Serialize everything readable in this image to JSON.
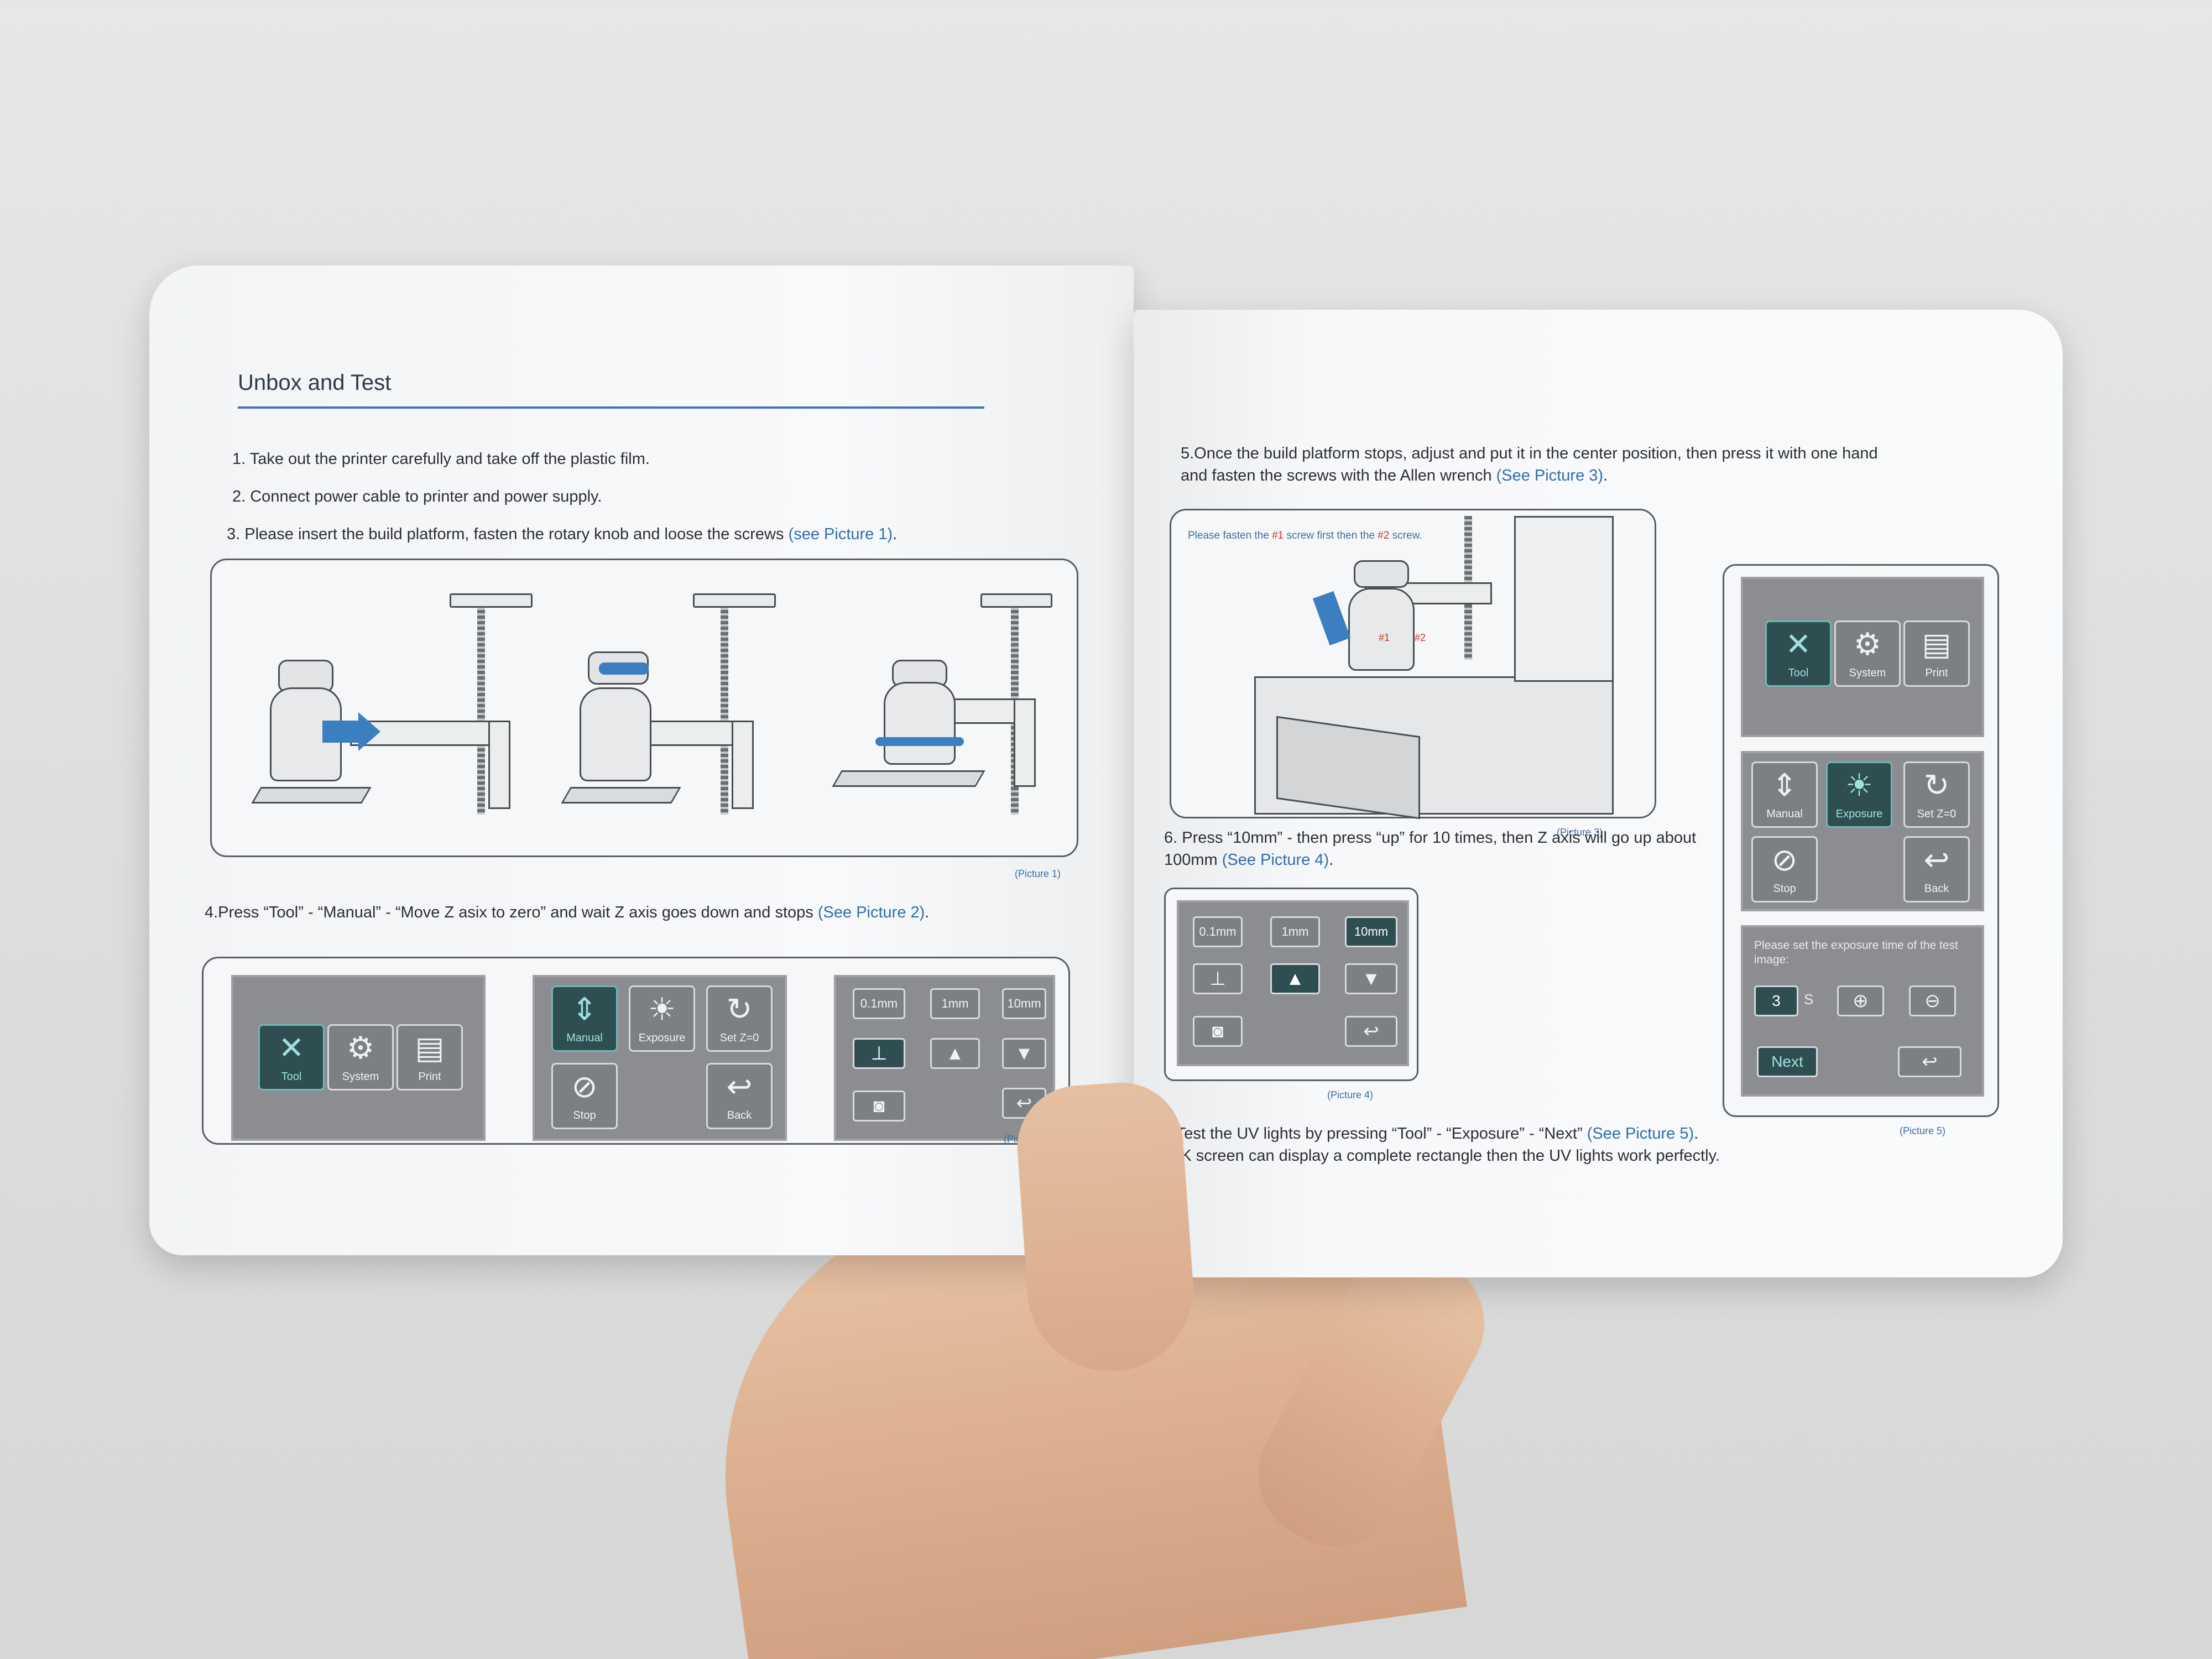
{
  "left_page": {
    "section_title": "Unbox and Test",
    "steps": [
      {
        "text": "1. Take out the printer carefully and take off the plastic film."
      },
      {
        "text": "2. Connect power cable to printer and power supply."
      },
      {
        "text": "3. Please insert the build platform, fasten the rotary knob and loose the screws ",
        "link": "(see Picture 1)",
        "end": "."
      },
      {
        "text": "4.Press “Tool” - “Manual” - “Move Z asix to zero” and wait Z axis goes down and stops ",
        "link": "(See Picture 2)",
        "end": "."
      }
    ],
    "picture1_caption": "(Picture 1)",
    "picture2_caption": "(Picture 2)",
    "screen_main": {
      "tool": "Tool",
      "system": "System",
      "print": "Print"
    },
    "screen_tool": {
      "manual": "Manual",
      "exposure": "Exposure",
      "setz": "Set Z=0",
      "stop": "Stop",
      "back": "Back"
    },
    "screen_move": {
      "step1": "0.1mm",
      "step2": "1mm",
      "step3": "10mm"
    }
  },
  "right_page": {
    "step5": {
      "text": "5.Once the build platform stops, adjust and put it in the center position, then press it with one hand and fasten the screws with the Allen wrench ",
      "link": "(See Picture 3)",
      "end": "."
    },
    "picture3_note": {
      "pre": "Please fasten the ",
      "s1": "#1",
      "mid": " screw first then the ",
      "s2": "#2",
      "post": " screw."
    },
    "screw_labels": {
      "one": "#1",
      "two": "#2"
    },
    "picture3_caption": "(Picture 3)",
    "step6": {
      "text": "6. Press “10mm” -  then press “up” for 10 times,  then  Z axis will go up about 100mm ",
      "link": "(See Picture 4)",
      "end": "."
    },
    "picture4_caption": "(Picture 4)",
    "screen_move": {
      "step1": "0.1mm",
      "step2": "1mm",
      "step3": "10mm"
    },
    "step7": {
      "line1": "7. Test the UV lights by pressing “Tool” - “Exposure” - “Next” ",
      "link": "(See Picture 5)",
      "end": ".",
      "line2": "e 2K screen can display a complete rectangle then the UV lights work perfectly."
    },
    "picture5_caption": "(Picture 5)",
    "screen_main": {
      "tool": "Tool",
      "system": "System",
      "print": "Print"
    },
    "screen_tool": {
      "manual": "Manual",
      "exposure": "Exposure",
      "setz": "Set Z=0",
      "stop": "Stop",
      "back": "Back"
    },
    "exposure_screen": {
      "prompt": "Please set the exposure time of the test image:",
      "value": "3",
      "unit": "S",
      "next": "Next"
    }
  },
  "colors": {
    "link": "#2e6fae",
    "rule": "#3b78b5",
    "screen": "#8b8d90",
    "active": "#2f4e52",
    "screw_label": "#c0392b"
  }
}
